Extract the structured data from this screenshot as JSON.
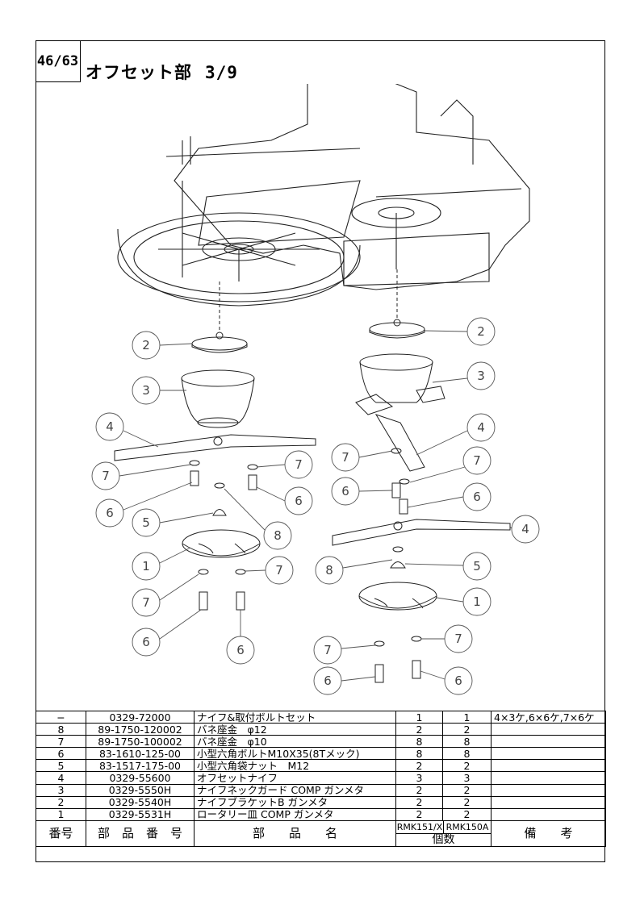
{
  "page": {
    "number": "46/63",
    "title": "オフセット部",
    "subtitle": "3/9"
  },
  "callouts": {
    "left": [
      "2",
      "3",
      "4",
      "7",
      "6",
      "5",
      "8",
      "7",
      "1",
      "7",
      "6",
      "6",
      "7"
    ],
    "right": [
      "2",
      "3",
      "4",
      "7",
      "6",
      "7",
      "6",
      "4",
      "8",
      "5",
      "1",
      "7",
      "6",
      "6",
      "7"
    ]
  },
  "table": {
    "rows": [
      {
        "no": "−",
        "part_no": "0329-72000",
        "name": "ナイフ&取付ボルトセット",
        "qty1": "1",
        "qty2": "1",
        "remarks": "4×3ケ,6×6ケ,7×6ケ"
      },
      {
        "no": "8",
        "part_no": "89-1750-120002",
        "name": "バネ座金　φ12",
        "qty1": "2",
        "qty2": "2",
        "remarks": ""
      },
      {
        "no": "7",
        "part_no": "89-1750-100002",
        "name": "バネ座金　φ10",
        "qty1": "8",
        "qty2": "8",
        "remarks": ""
      },
      {
        "no": "6",
        "part_no": "83-1610-125-00",
        "name": "小型六角ボルトM10X35(8Tメック)",
        "qty1": "8",
        "qty2": "8",
        "remarks": ""
      },
      {
        "no": "5",
        "part_no": "83-1517-175-00",
        "name": "小型六角袋ナット　M12",
        "qty1": "2",
        "qty2": "2",
        "remarks": ""
      },
      {
        "no": "4",
        "part_no": "0329-55600",
        "name": "オフセットナイフ",
        "qty1": "3",
        "qty2": "3",
        "remarks": ""
      },
      {
        "no": "3",
        "part_no": "0329-5550H",
        "name": "ナイフネックガード COMP ガンメタ",
        "qty1": "2",
        "qty2": "2",
        "remarks": ""
      },
      {
        "no": "2",
        "part_no": "0329-5540H",
        "name": "ナイフブラケットB ガンメタ",
        "qty1": "2",
        "qty2": "2",
        "remarks": ""
      },
      {
        "no": "1",
        "part_no": "0329-5531H",
        "name": "ロータリー皿 COMP ガンメタ",
        "qty1": "2",
        "qty2": "2",
        "remarks": ""
      }
    ],
    "header": {
      "no": "番号",
      "part_no": "部　品　番　号",
      "name": "部　　品　　名",
      "model1": "RMK151/X",
      "model2": "RMK150A",
      "qty": "個数",
      "remarks": "備　　考"
    }
  }
}
